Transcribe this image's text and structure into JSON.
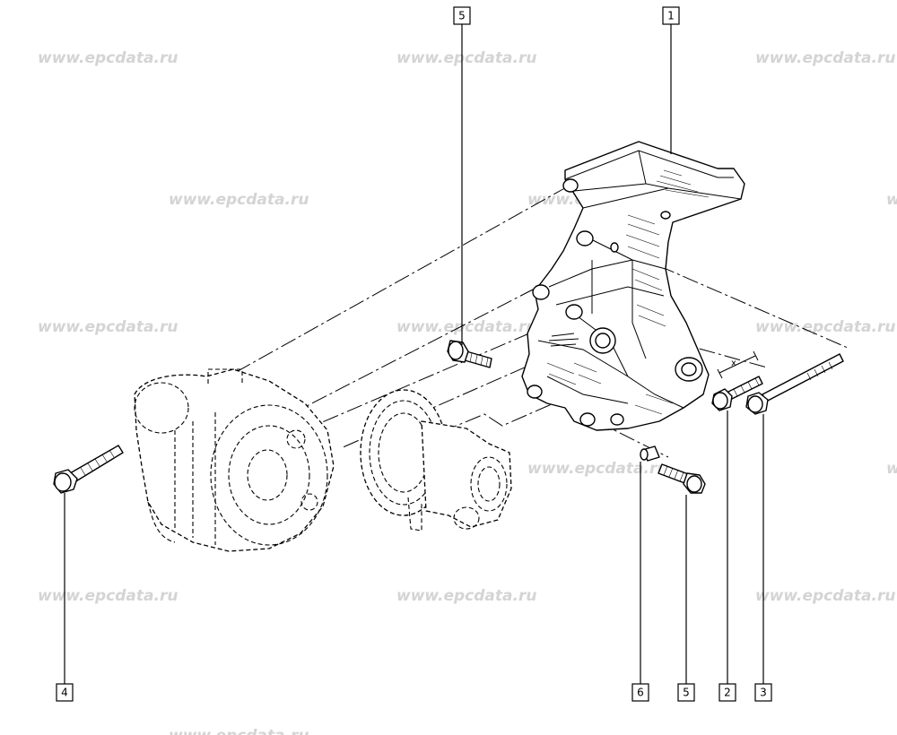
{
  "watermark": {
    "text": "www.epcdata.ru"
  },
  "dimension": {
    "label": "x"
  },
  "callouts": [
    {
      "id": "c1",
      "label": "1"
    },
    {
      "id": "c5_top",
      "label": "5"
    },
    {
      "id": "c4",
      "label": "4"
    },
    {
      "id": "c6",
      "label": "6"
    },
    {
      "id": "c5_bottom",
      "label": "5"
    },
    {
      "id": "c2",
      "label": "2"
    },
    {
      "id": "c3",
      "label": "3"
    }
  ]
}
